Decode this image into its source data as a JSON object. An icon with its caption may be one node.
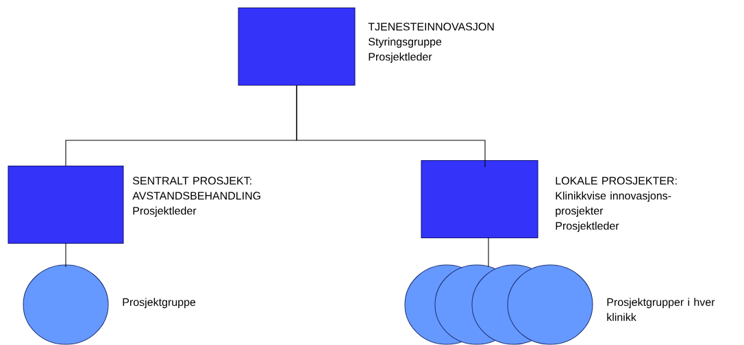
{
  "diagram": {
    "nodes": [
      {
        "text": [],
        "shape": "box",
        "beside": [
          "TJENESTEINNOVASJON",
          "Styringsgruppe",
          "Prosjektleder"
        ]
      },
      {
        "text": [],
        "shape": "box",
        "beside": [
          "SENTRALT PROSJEKT:",
          "AVSTANDSBEHANDLING",
          "Prosjektleder"
        ]
      },
      {
        "text": [],
        "shape": "box",
        "beside": [
          "LOKALE PROSJEKTER:",
          "Klinikkvise innovasjons- prosjekter",
          "Prosjektleder"
        ]
      },
      {
        "text": [],
        "shape": "circle",
        "beside": [
          "Prosjektgruppe"
        ]
      },
      {
        "text": [],
        "shape": "circle"
      },
      {
        "text": [],
        "shape": "circle"
      },
      {
        "text": [],
        "shape": "circle"
      },
      {
        "text": [],
        "shape": "circle",
        "beside": [
          "Prosjektgrupper i hver klinikk"
        ]
      }
    ],
    "edges": [
      {
        "from": 0,
        "to": 1,
        "arrow": "none"
      },
      {
        "from": 0,
        "to": 2,
        "arrow": "none"
      },
      {
        "from": 1,
        "to": 3,
        "arrow": "none"
      },
      {
        "from": 2,
        "to": 5,
        "arrow": "none"
      }
    ]
  }
}
